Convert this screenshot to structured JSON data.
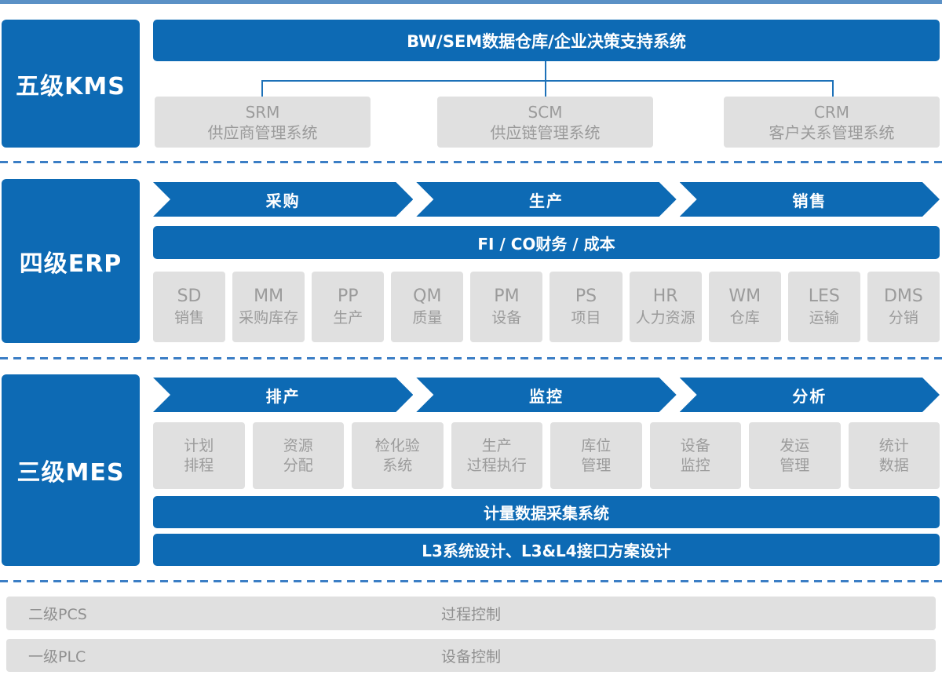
{
  "palette": {
    "primary_blue": "#0d6ab4",
    "top_strip_blue": "#5b91c6",
    "dashed_line_blue": "#3b7ec5",
    "gray_box": "#e0e0e0",
    "gray_text": "#9b9b9b"
  },
  "kms": {
    "level_label": "五级KMS",
    "top_bar": "BW/SEM数据仓库/企业决策支持系统",
    "systems": [
      {
        "code": "SRM",
        "name": "供应商管理系统"
      },
      {
        "code": "SCM",
        "name": "供应链管理系统"
      },
      {
        "code": "CRM",
        "name": "客户关系管理系统"
      }
    ]
  },
  "erp": {
    "level_label": "四级ERP",
    "flow_arrows": [
      "采购",
      "生产",
      "销售"
    ],
    "fico_bar": "FI / CO财务 / 成本",
    "modules": [
      {
        "code": "SD",
        "name": "销售"
      },
      {
        "code": "MM",
        "name": "采购库存"
      },
      {
        "code": "PP",
        "name": "生产"
      },
      {
        "code": "QM",
        "name": "质量"
      },
      {
        "code": "PM",
        "name": "设备"
      },
      {
        "code": "PS",
        "name": "项目"
      },
      {
        "code": "HR",
        "name": "人力资源"
      },
      {
        "code": "WM",
        "name": "仓库"
      },
      {
        "code": "LES",
        "name": "运输"
      },
      {
        "code": "DMS",
        "name": "分销"
      }
    ]
  },
  "mes": {
    "level_label": "三级MES",
    "flow_arrows": [
      "排产",
      "监控",
      "分析"
    ],
    "modules": [
      {
        "line1": "计划",
        "line2": "排程"
      },
      {
        "line1": "资源",
        "line2": "分配"
      },
      {
        "line1": "检化验",
        "line2": "系统"
      },
      {
        "line1": "生产",
        "line2": "过程执行"
      },
      {
        "line1": "库位",
        "line2": "管理"
      },
      {
        "line1": "设备",
        "line2": "监控"
      },
      {
        "line1": "发运",
        "line2": "管理"
      },
      {
        "line1": "统计",
        "line2": "数据"
      }
    ],
    "metering_bar": "计量数据采集系统",
    "l3_bar": "L3系统设计、L3&L4接口方案设计"
  },
  "pcs": {
    "level_label": "二级PCS",
    "name": "过程控制"
  },
  "plc": {
    "level_label": "一级PLC",
    "name": "设备控制"
  }
}
